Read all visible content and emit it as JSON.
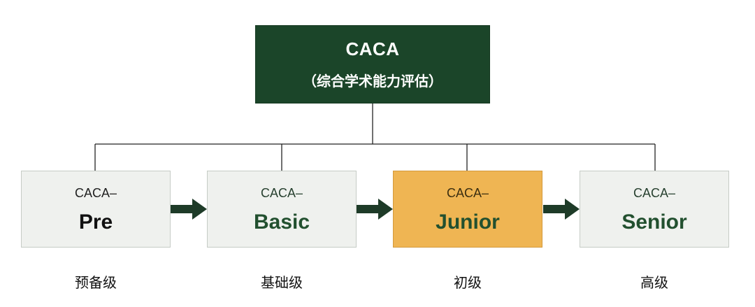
{
  "root": {
    "title": "CACA",
    "subtitle": "（综合学术能力评估）"
  },
  "levels": [
    {
      "prefix": "CACA–",
      "name": "Pre",
      "caption": "预备级"
    },
    {
      "prefix": "CACA–",
      "name": "Basic",
      "caption": "基础级"
    },
    {
      "prefix": "CACA–",
      "name": "Junior",
      "caption": "初级"
    },
    {
      "prefix": "CACA–",
      "name": "Senior",
      "caption": "高级"
    }
  ],
  "colors": {
    "root_bg": "#1b4529",
    "level_bg": "#eff1ee",
    "highlight_bg": "#efb553",
    "arrow": "#1e3b28",
    "line": "#222222"
  }
}
